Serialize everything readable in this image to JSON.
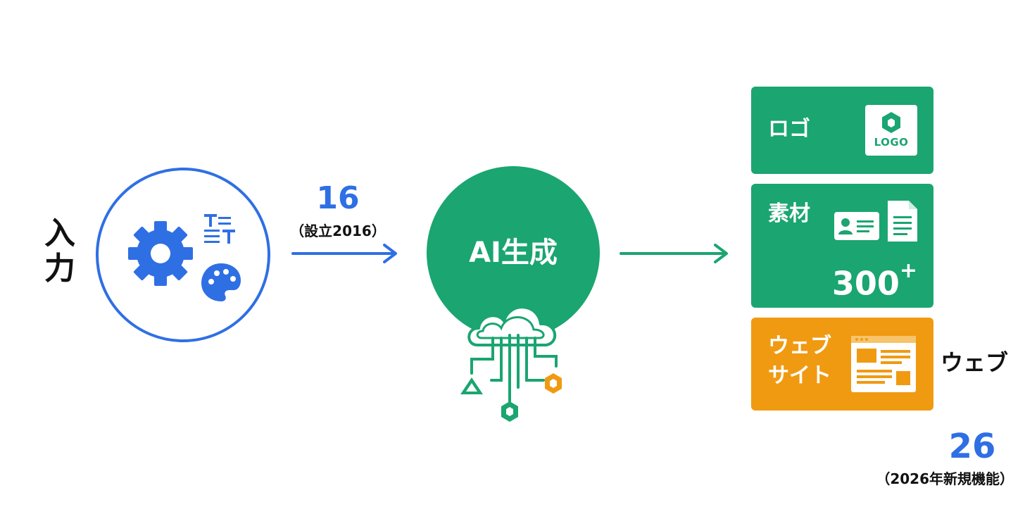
{
  "input": {
    "label_line1": "入",
    "label_line2": "力"
  },
  "stat_left": {
    "value": "16",
    "caption": "（設立2016）"
  },
  "ai": {
    "label": "AI生成"
  },
  "outputs": {
    "logo": {
      "title": "ロゴ",
      "icon_text": "LOGO"
    },
    "assets": {
      "title": "素材",
      "count": "300",
      "count_suffix": "+"
    },
    "website": {
      "title_line1": "ウェブ",
      "title_line2": "サイト",
      "outer_label": "ウェブ"
    }
  },
  "stat_right": {
    "value": "26",
    "caption": "（2026年新規機能）"
  },
  "colors": {
    "blue": "#2f6fe4",
    "green": "#1aa571",
    "orange": "#f09a12"
  },
  "icons": [
    "gear-icon",
    "text-format-icon",
    "palette-icon",
    "cloud-network-icon",
    "logo-mark-icon",
    "id-card-icon",
    "document-icon",
    "browser-window-icon"
  ]
}
